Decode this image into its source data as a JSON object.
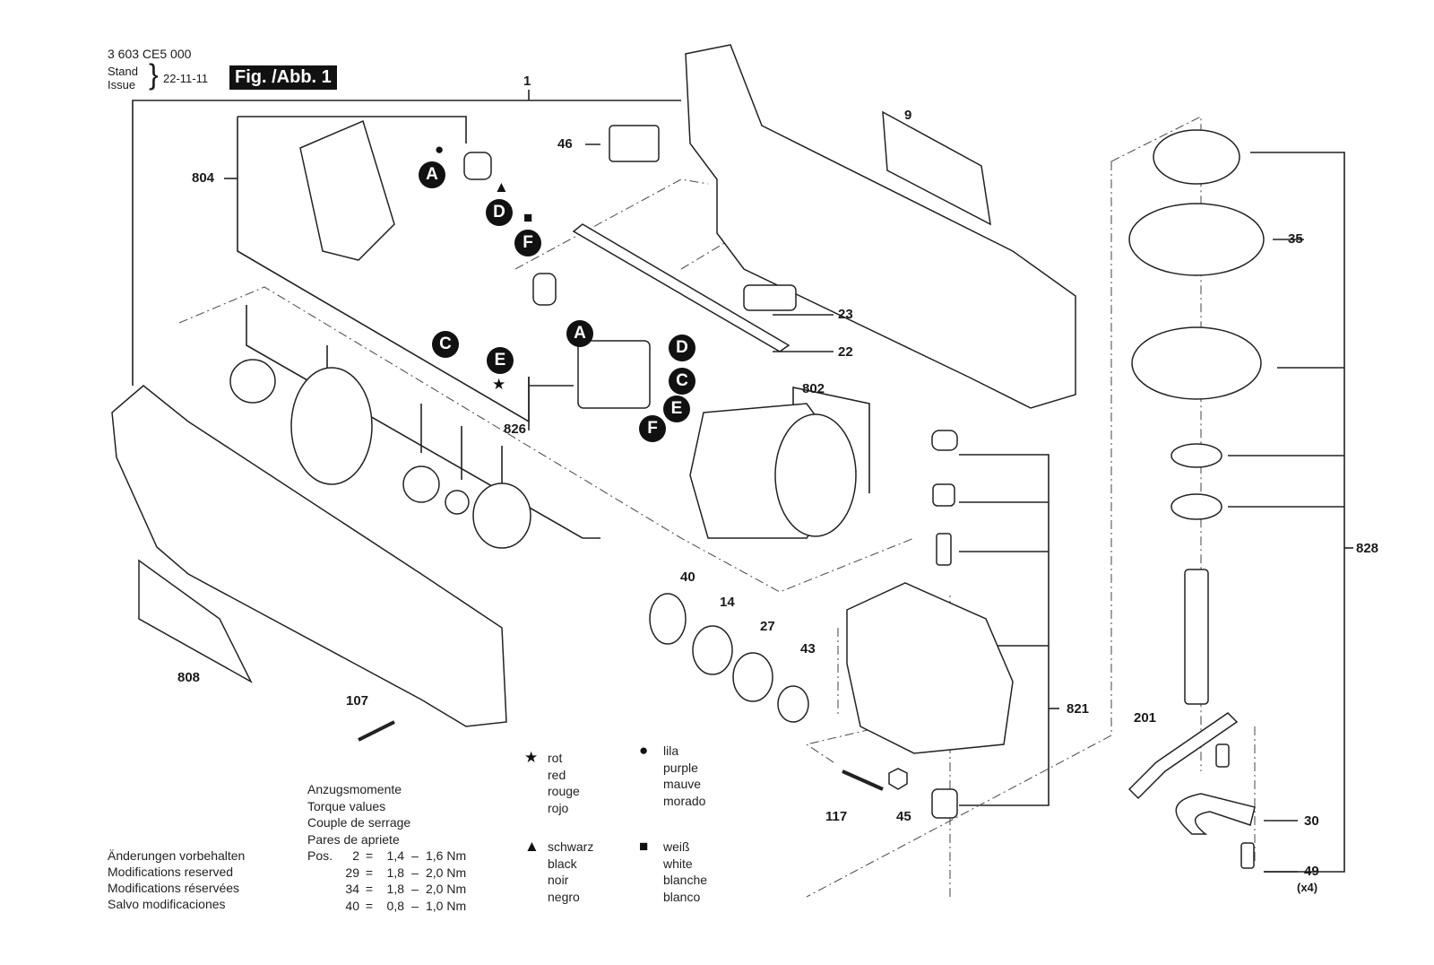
{
  "header": {
    "doc_number": "3 603 CE5 000",
    "stand_label": "Stand",
    "issue_label": "Issue",
    "date": "22-11-11",
    "figure_label": "Fig. /Abb. 1"
  },
  "part_labels": {
    "p1": "1",
    "p9": "9",
    "p14": "14",
    "p22": "22",
    "p23": "23",
    "p27": "27",
    "p30": "30",
    "p35": "35",
    "p40": "40",
    "p43": "43",
    "p45": "45",
    "p46": "46",
    "p49": "49",
    "p49_qty": "(x4)",
    "p107": "107",
    "p117": "117",
    "p201": "201",
    "p802": "802",
    "p804": "804",
    "p808": "808",
    "p821": "821",
    "p826": "826",
    "p828": "828"
  },
  "connector_badges": {
    "wiring": [
      "A",
      "D",
      "F",
      "C",
      "E"
    ],
    "switch": [
      "A",
      "D",
      "C",
      "E",
      "F"
    ]
  },
  "wire_color_symbols": {
    "A": "circle",
    "D": "triangle",
    "F": "square",
    "E": "star"
  },
  "legend": {
    "star": {
      "symbol": "★",
      "lines": [
        "rot",
        "red",
        "rouge",
        "rojo"
      ]
    },
    "circle": {
      "symbol": "●",
      "lines": [
        "lila",
        "purple",
        "mauve",
        "morado"
      ]
    },
    "triangle": {
      "symbol": "▲",
      "lines": [
        "schwarz",
        "black",
        "noir",
        "negro"
      ]
    },
    "square": {
      "symbol": "■",
      "lines": [
        "weiß",
        "white",
        "blanche",
        "blanco"
      ]
    }
  },
  "torque": {
    "titles": [
      "Anzugsmomente",
      "Torque values",
      "Couple de serrage",
      "Pares de apriete"
    ],
    "pos_label": "Pos.",
    "rows": [
      {
        "pos": "2",
        "eq": "=",
        "min": "1,4",
        "dash": "–",
        "max": "1,6 Nm"
      },
      {
        "pos": "29",
        "eq": "=",
        "min": "1,8",
        "dash": "–",
        "max": "2,0 Nm"
      },
      {
        "pos": "34",
        "eq": "=",
        "min": "1,8",
        "dash": "–",
        "max": "2,0 Nm"
      },
      {
        "pos": "40",
        "eq": "=",
        "min": "0,8",
        "dash": "–",
        "max": "1,0 Nm"
      }
    ]
  },
  "disclaimer": [
    "Änderungen vorbehalten",
    "Modifications reserved",
    "Modifications réservées",
    "Salvo modificaciones"
  ]
}
